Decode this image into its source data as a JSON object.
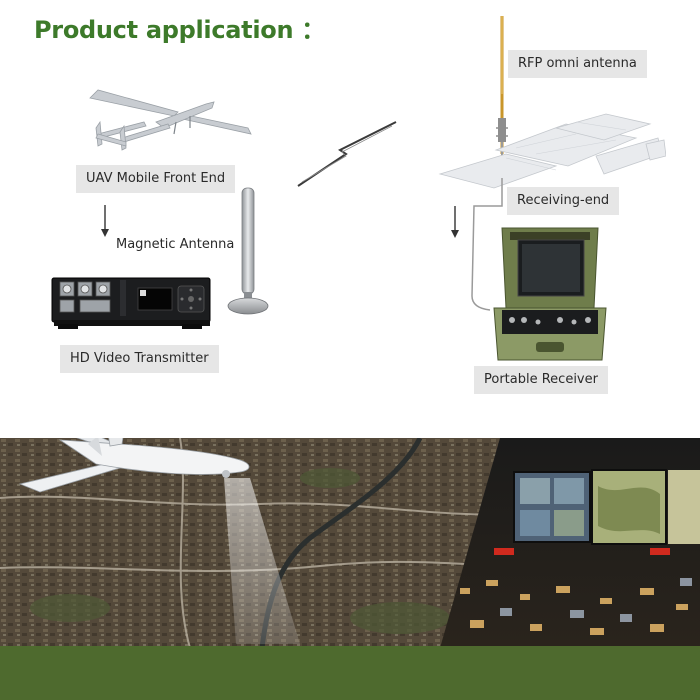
{
  "header": {
    "title": "Product application ："
  },
  "labels": {
    "uav_front_end": "UAV Mobile Front End",
    "magnetic_antenna": "Magnetic Antenna",
    "hd_video_transmitter": "HD Video Transmitter",
    "rfp_omni_antenna": "RFP omni antenna",
    "receiving_end": "Receiving-end",
    "portable_receiver": "Portable Receiver"
  },
  "colors": {
    "title": "#3d7a2a",
    "label_bg": "#e6e6e6",
    "bottom_band": "#4e6a2e",
    "receiver_case": "#7f8f5a"
  },
  "icons": [
    "uav-plane-icon",
    "magnetic-antenna-icon",
    "transmitter-box-icon",
    "omni-antenna-icon",
    "building-icon",
    "receiver-case-icon",
    "signal-lightning-icon",
    "drone-icon",
    "arrow-down-icon"
  ]
}
